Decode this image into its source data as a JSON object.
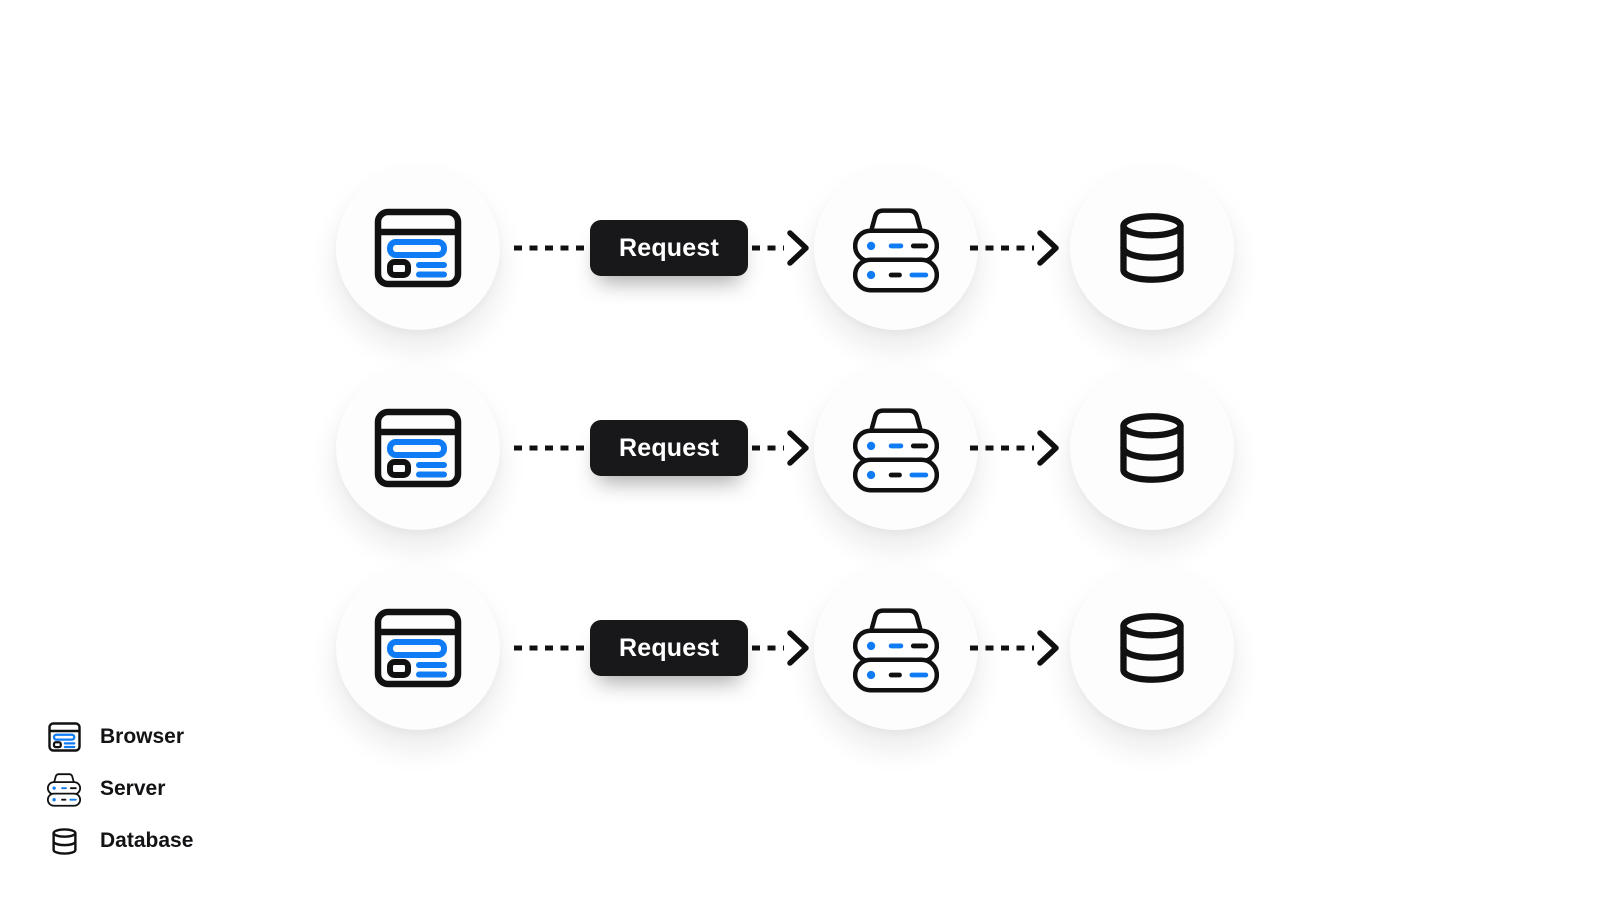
{
  "canvas": {
    "background": "#ffffff"
  },
  "colors": {
    "icon_stroke": "#111111",
    "accent_blue": "#0f7bf5",
    "chip_background": "#18181b",
    "chip_text": "#ffffff",
    "node_background": "#fdfdfd"
  },
  "icons": {
    "browser": "browser-window-icon",
    "server": "server-stack-icon",
    "database": "database-cylinder-icon",
    "connector": "dotted-arrow-right-icon"
  },
  "flow_rows": [
    {
      "source_icon": "browser-icon",
      "request_label": "Request",
      "middle_icon": "server-icon",
      "target_icon": "database-icon"
    },
    {
      "source_icon": "browser-icon",
      "request_label": "Request",
      "middle_icon": "server-icon",
      "target_icon": "database-icon"
    },
    {
      "source_icon": "browser-icon",
      "request_label": "Request",
      "middle_icon": "server-icon",
      "target_icon": "database-icon"
    }
  ],
  "legend": {
    "items": [
      {
        "icon": "browser-icon",
        "label": "Browser"
      },
      {
        "icon": "server-icon",
        "label": "Server"
      },
      {
        "icon": "database-icon",
        "label": "Database"
      }
    ]
  }
}
